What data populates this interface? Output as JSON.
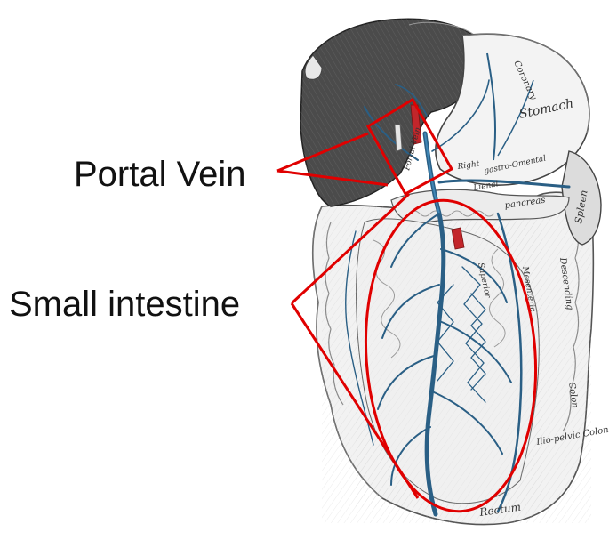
{
  "callouts": {
    "portal_vein": "Portal Vein",
    "small_intestine": "Small intestine"
  },
  "illustration_labels": {
    "coronary": "Coronary",
    "stomach": "Stomach",
    "portal_vein": "Portal Vein",
    "right": "Right",
    "gastro_omental": "gastro-Omental",
    "lienal": "Lienal",
    "pancreas": "pancreas",
    "spleen": "Spleen",
    "superior": "Superior",
    "mesenteric": "Mesenteric",
    "descending": "Descending",
    "colon": "Colon",
    "ilio_pelvic_colon": "Ilio-pelvic Colon",
    "rectum": "Rectum"
  },
  "colors": {
    "annotation_red": "#e00000",
    "vein_blue": "#2a5f85",
    "artery_red": "#c2262b",
    "liver_dark": "#4d4d4d",
    "organ_light": "#f1f1f1",
    "ink": "#111111"
  }
}
